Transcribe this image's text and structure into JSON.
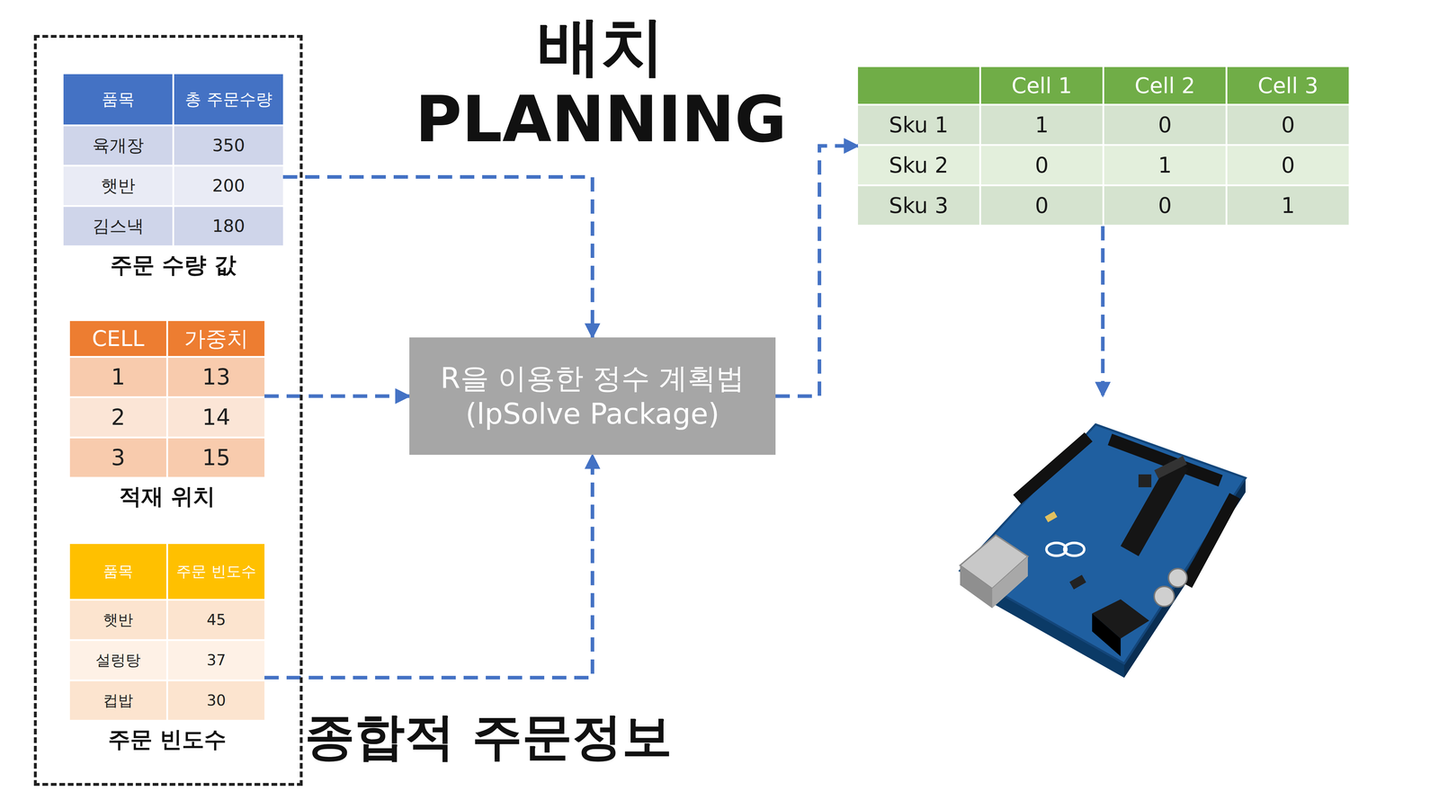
{
  "diagram": {
    "title": "배치 PLANNING",
    "nodes": [
      {
        "text": [
          "종합적 주문정보"
        ]
      },
      {
        "text": [
          "품목",
          "총 주문수량",
          "육개장",
          "350",
          "햇반",
          "200",
          "김스낵",
          "180",
          "주문 수량 값"
        ],
        "in": 0
      },
      {
        "text": [
          "CELL",
          "가중치",
          "1",
          "13",
          "2",
          "14",
          "3",
          "15",
          "적재 위치"
        ],
        "in": 0
      },
      {
        "text": [
          "품목",
          "주문 빈도수",
          "햇반",
          "45",
          "설렁탕",
          "37",
          "컵밥",
          "30",
          "주문 빈도수"
        ],
        "in": 0
      },
      {
        "text": [
          "R을 이용한 정수 계획법 (lpSolve Package)"
        ]
      },
      {
        "text": [
          "Cell 1",
          "Cell 2",
          "Cell 3",
          "Sku 1",
          "1",
          "0",
          "0",
          "Sku 2",
          "0",
          "1",
          "0",
          "Sku 3",
          "0",
          "0",
          "1"
        ]
      }
    ],
    "edges": [
      {
        "from": 1,
        "to": 4,
        "arrow": "to"
      },
      {
        "from": 2,
        "to": 4,
        "arrow": "to"
      },
      {
        "from": 3,
        "to": 4,
        "arrow": "to"
      },
      {
        "from": 4,
        "to": 5,
        "arrow": "to"
      }
    ]
  }
}
